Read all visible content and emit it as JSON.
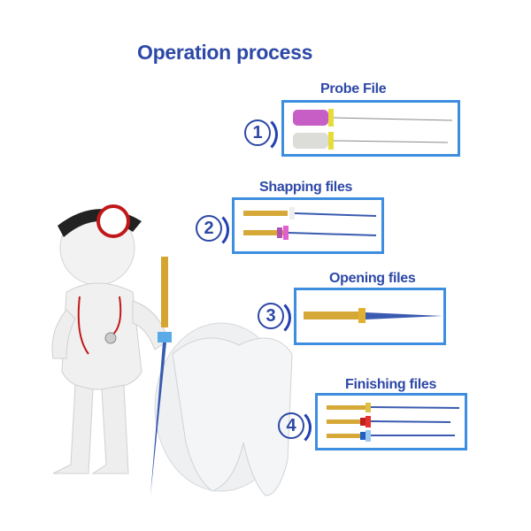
{
  "title": "Operation process",
  "steps": [
    {
      "number": "1",
      "label": "Probe File"
    },
    {
      "number": "2",
      "label": "Shapping files"
    },
    {
      "number": "3",
      "label": "Opening files"
    },
    {
      "number": "4",
      "label": "Finishing files"
    }
  ],
  "colors": {
    "title": "#2d48a6",
    "box_border": "#3d8ee0"
  }
}
